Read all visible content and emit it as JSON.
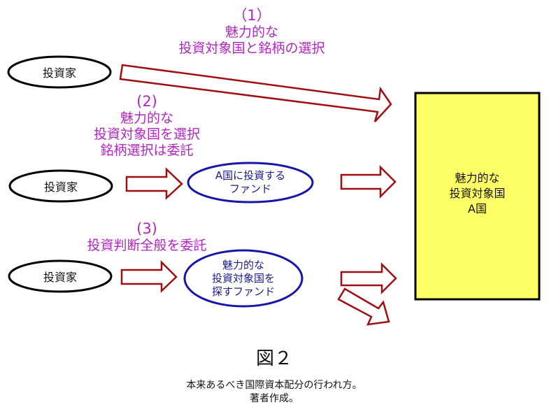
{
  "colors": {
    "label": "#b325c2",
    "arrow_stroke": "#a00e12",
    "investor_stroke": "#000000",
    "fund_stroke": "#1616a8",
    "fund_text": "#1a1a8c",
    "target_fill": "#ffff66",
    "target_stroke": "#000000"
  },
  "scenario1": {
    "number": "（1）",
    "label_lines": [
      "魅力的な",
      "投資対象国と銘柄の選択"
    ],
    "investor": "投資家"
  },
  "scenario2": {
    "number": "(2)",
    "label_lines": [
      "魅力的な",
      "投資対象国を選択",
      "銘柄選択は委託"
    ],
    "investor": "投資家",
    "fund_lines": [
      "A国に投資する",
      "ファンド"
    ]
  },
  "scenario3": {
    "number": "(3)",
    "label_lines": [
      "投資判断全般を委託"
    ],
    "investor": "投資家",
    "fund_lines": [
      "魅力的な",
      "投資対象国を",
      "探すファンド"
    ]
  },
  "target": {
    "lines": [
      "魅力的な",
      "投資対象国",
      "A国"
    ]
  },
  "caption": {
    "title": "図２",
    "description": "本来あるべき国際資本配分の行われ方。",
    "credit": "著者作成。"
  }
}
